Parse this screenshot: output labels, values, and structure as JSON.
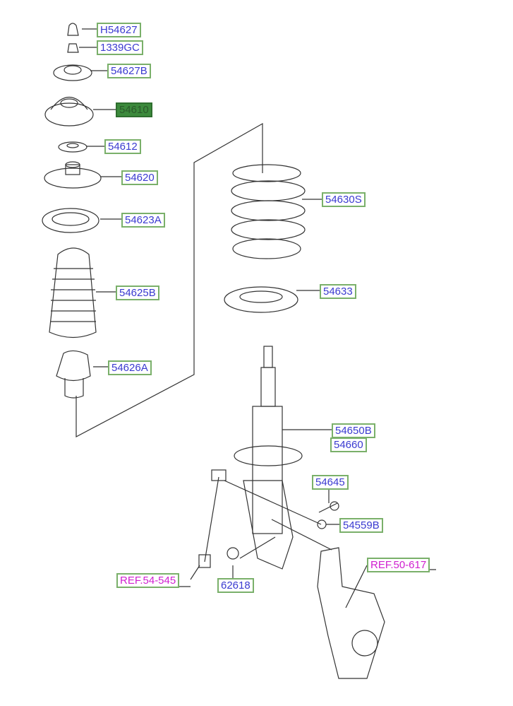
{
  "parts": [
    {
      "id": "h54627",
      "label": "H54627"
    },
    {
      "id": "1339gc",
      "label": "1339GC"
    },
    {
      "id": "54627b",
      "label": "54627B"
    },
    {
      "id": "54610",
      "label": "54610",
      "selected": true
    },
    {
      "id": "54612",
      "label": "54612"
    },
    {
      "id": "54620",
      "label": "54620"
    },
    {
      "id": "54623a",
      "label": "54623A"
    },
    {
      "id": "54625b",
      "label": "54625B"
    },
    {
      "id": "54626a",
      "label": "54626A"
    },
    {
      "id": "54630s",
      "label": "54630S"
    },
    {
      "id": "54633",
      "label": "54633"
    },
    {
      "id": "54650b",
      "label": "54650B"
    },
    {
      "id": "54660",
      "label": "54660"
    },
    {
      "id": "54645",
      "label": "54645"
    },
    {
      "id": "54559b",
      "label": "54559B"
    },
    {
      "id": "62618",
      "label": "62618"
    }
  ],
  "refs": [
    {
      "id": "ref-54-545",
      "label": "REF.54-545"
    },
    {
      "id": "ref-50-617",
      "label": "REF.50-617"
    }
  ],
  "colors": {
    "label_text": "#3a3ad0",
    "ref_text": "#d020d0",
    "label_border": "#7ab06a",
    "selected_fill": "#3c8a3c"
  }
}
